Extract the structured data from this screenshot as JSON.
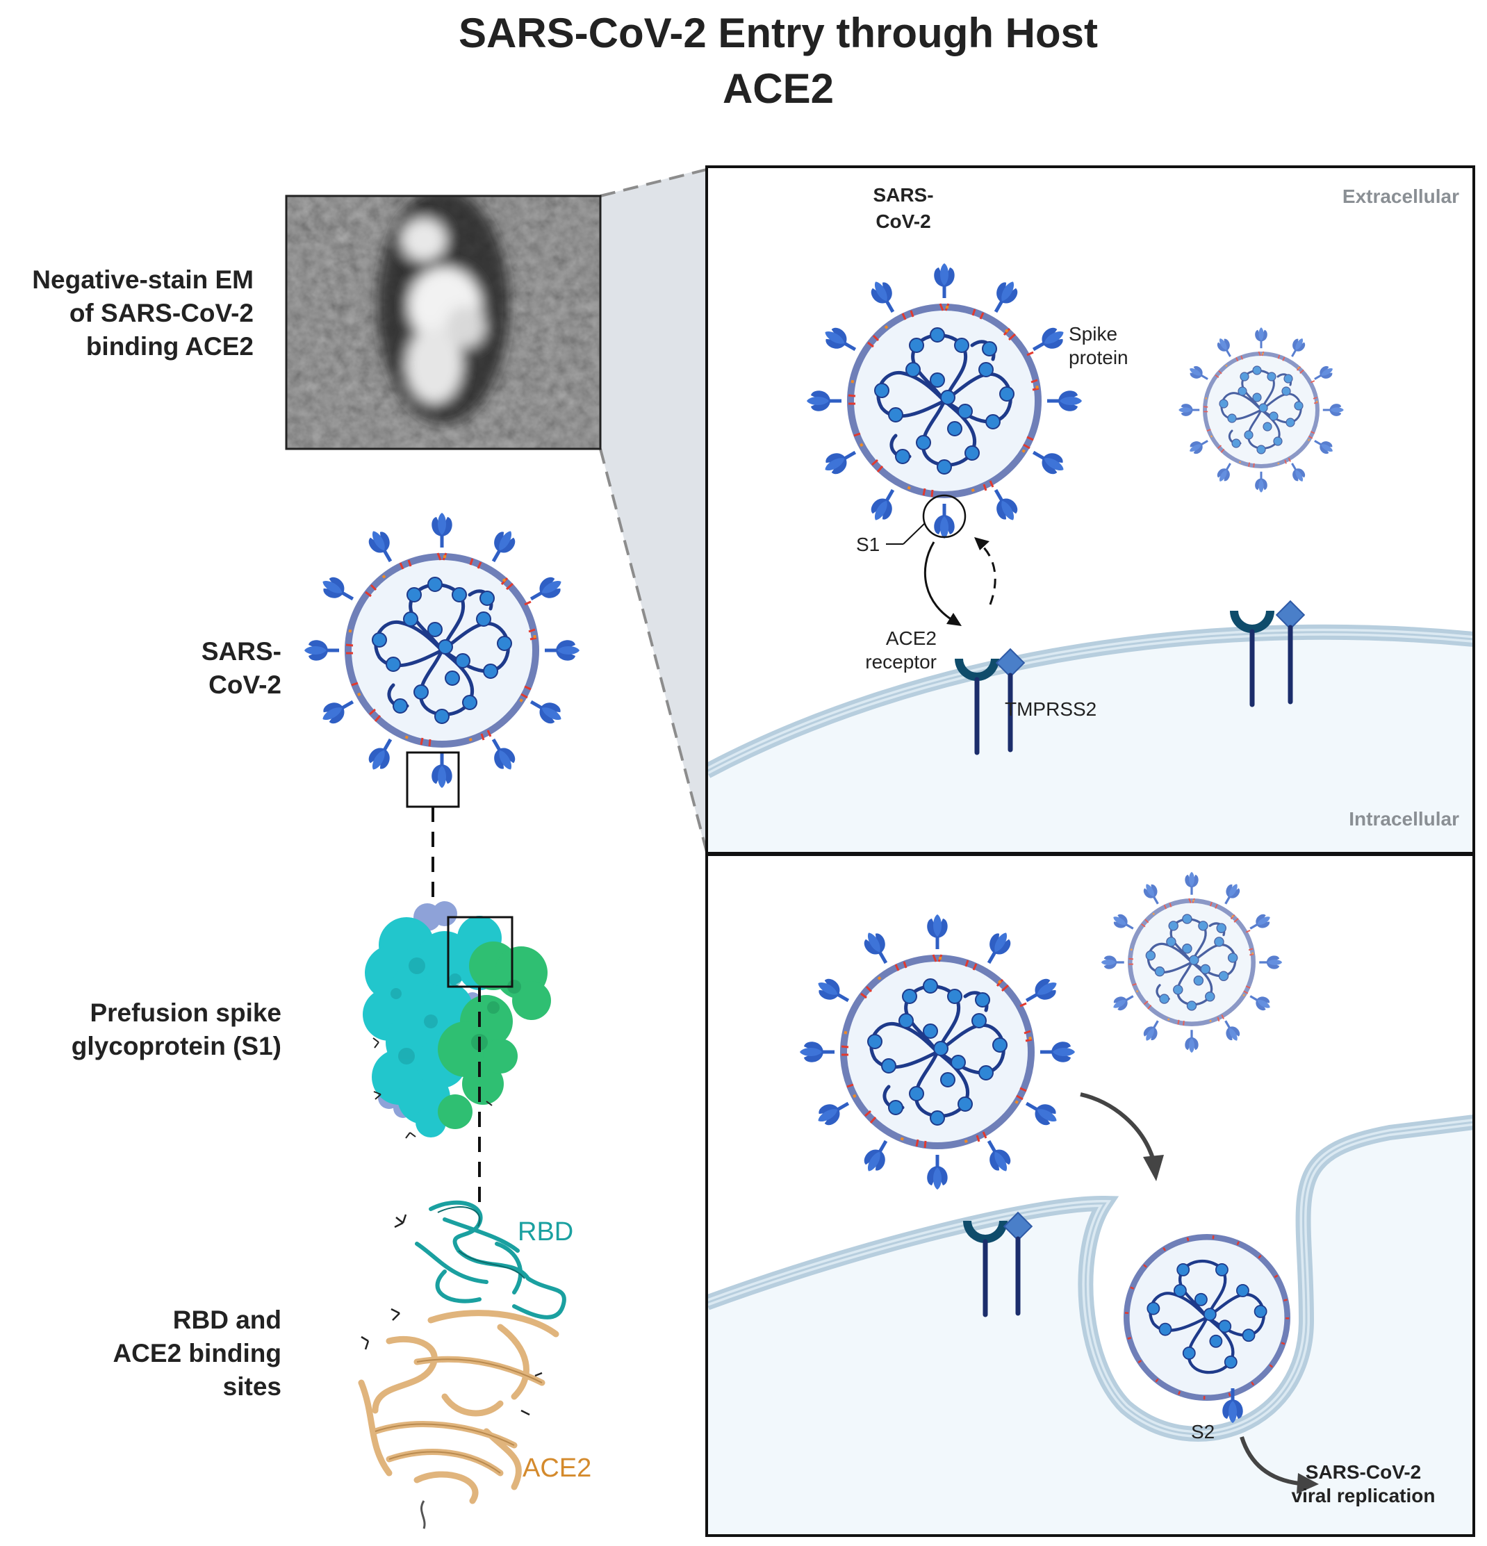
{
  "title": {
    "line1": "SARS-CoV-2 Entry through Host",
    "line2": "ACE2"
  },
  "left": {
    "em_label": [
      "Negative-stain EM",
      "of SARS-CoV-2",
      "binding ACE2"
    ],
    "virus_label": [
      "SARS-",
      "CoV-2"
    ],
    "spike_label": [
      "Prefusion spike",
      "glycoprotein (S1)"
    ],
    "rbd_label": [
      "RBD and",
      "ACE2 binding",
      "sites"
    ],
    "rbd_tag": "RBD",
    "ace2_tag": "ACE2"
  },
  "panel_top": {
    "virus_label": [
      "SARS-",
      "CoV-2"
    ],
    "spike_label": [
      "Spike",
      "protein"
    ],
    "s1": "S1",
    "ace2_label": [
      "ACE2",
      "receptor"
    ],
    "tmprss2": "TMPRSS2",
    "extracellular": "Extracellular",
    "intracellular": "Intracellular"
  },
  "panel_bottom": {
    "s2": "S2",
    "outcome": [
      "SARS-CoV-2",
      "viral replication"
    ]
  },
  "colors": {
    "spike": "#2f5fc4",
    "envelope": "#6f7fb8",
    "rna": "#1e3a8a",
    "nucleocapsid": "#2f86d6",
    "membrane_protein": "#e23a2f",
    "ace2": "#0f4c6b",
    "tmprss2": "#4a7fc9",
    "cell_fill": "#f2f8fc",
    "cell_membrane": "#b7cede",
    "rbd_teal": "#1aa0a0",
    "ace2_tan": "#e0b47c"
  }
}
